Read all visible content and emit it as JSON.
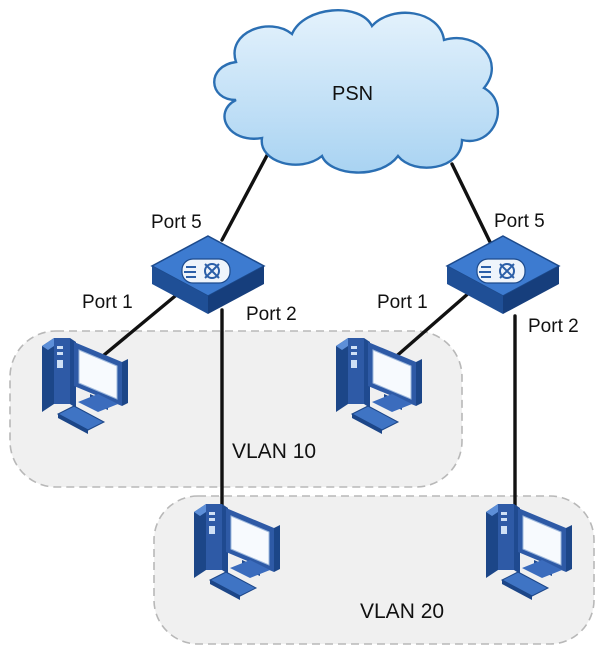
{
  "cloud": {
    "label": "PSN"
  },
  "switches": [
    {
      "id": "switch-left",
      "ports": {
        "uplink": "Port 5",
        "port1": "Port 1",
        "port2": "Port 2"
      }
    },
    {
      "id": "switch-right",
      "ports": {
        "uplink": "Port 5",
        "port1": "Port 1",
        "port2": "Port 2"
      }
    }
  ],
  "vlans": [
    {
      "label": "VLAN 10"
    },
    {
      "label": "VLAN 20"
    }
  ],
  "icons": {
    "cloud": "cloud-icon",
    "switch": "switch-icon",
    "pc": "computer-icon"
  },
  "colors": {
    "cloud_fill": "#bfe0f7",
    "cloud_stroke": "#2b6fb3",
    "switch_top": "#3b76c8",
    "switch_side": "#1f4f96",
    "pc_body": "#2e5aa6",
    "vlan_fill": "#f0f0f0",
    "vlan_stroke": "#b8b8b8",
    "link": "#111111"
  }
}
